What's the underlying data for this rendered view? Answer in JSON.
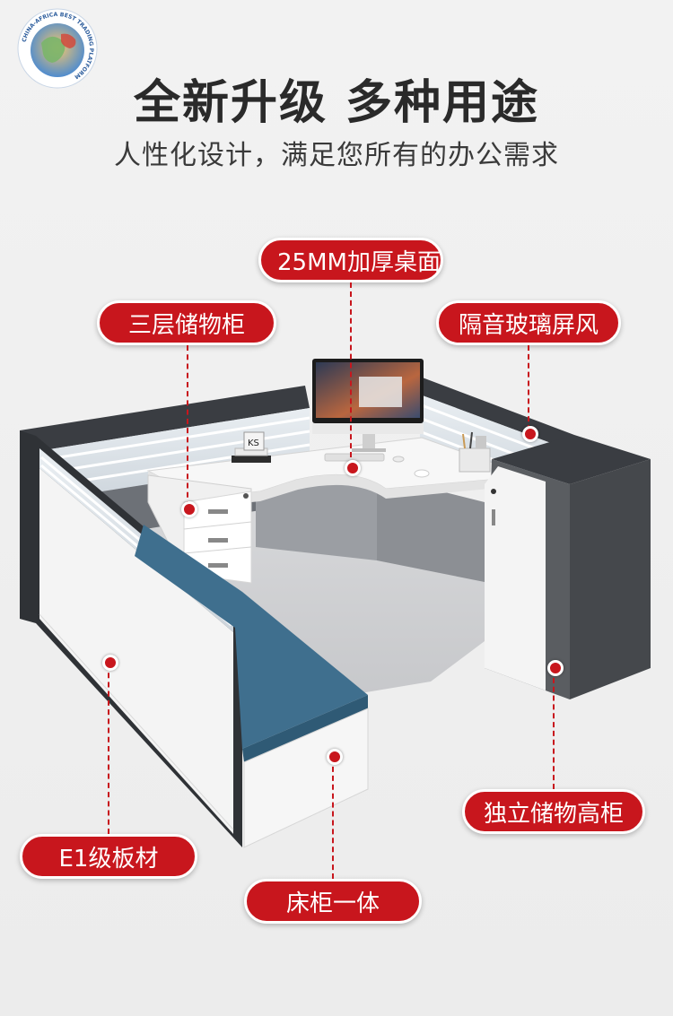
{
  "logo": {
    "ring_text": "CHINA-AFRICA BEST TRADING PLATFORM"
  },
  "header": {
    "title": "全新升级 多种用途",
    "subtitle": "人性化设计，满足您所有的办公需求"
  },
  "desk": {
    "monitor_screen_label": "",
    "book_label": "KS"
  },
  "features": [
    {
      "id": "desktop",
      "label": "25MM加厚桌面"
    },
    {
      "id": "drawers",
      "label": "三层储物柜"
    },
    {
      "id": "screen",
      "label": "隔音玻璃屏风"
    },
    {
      "id": "tall-cabinet",
      "label": "独立储物高柜"
    },
    {
      "id": "board",
      "label": "E1级板材"
    },
    {
      "id": "bed-cabinet",
      "label": "床柜一体"
    }
  ],
  "colors": {
    "accent": "#c8161d",
    "frame": "#3a3d42",
    "panel": "#f4f4f4",
    "cushion": "#3f6f8e",
    "tall_cabinet": "#434649"
  }
}
